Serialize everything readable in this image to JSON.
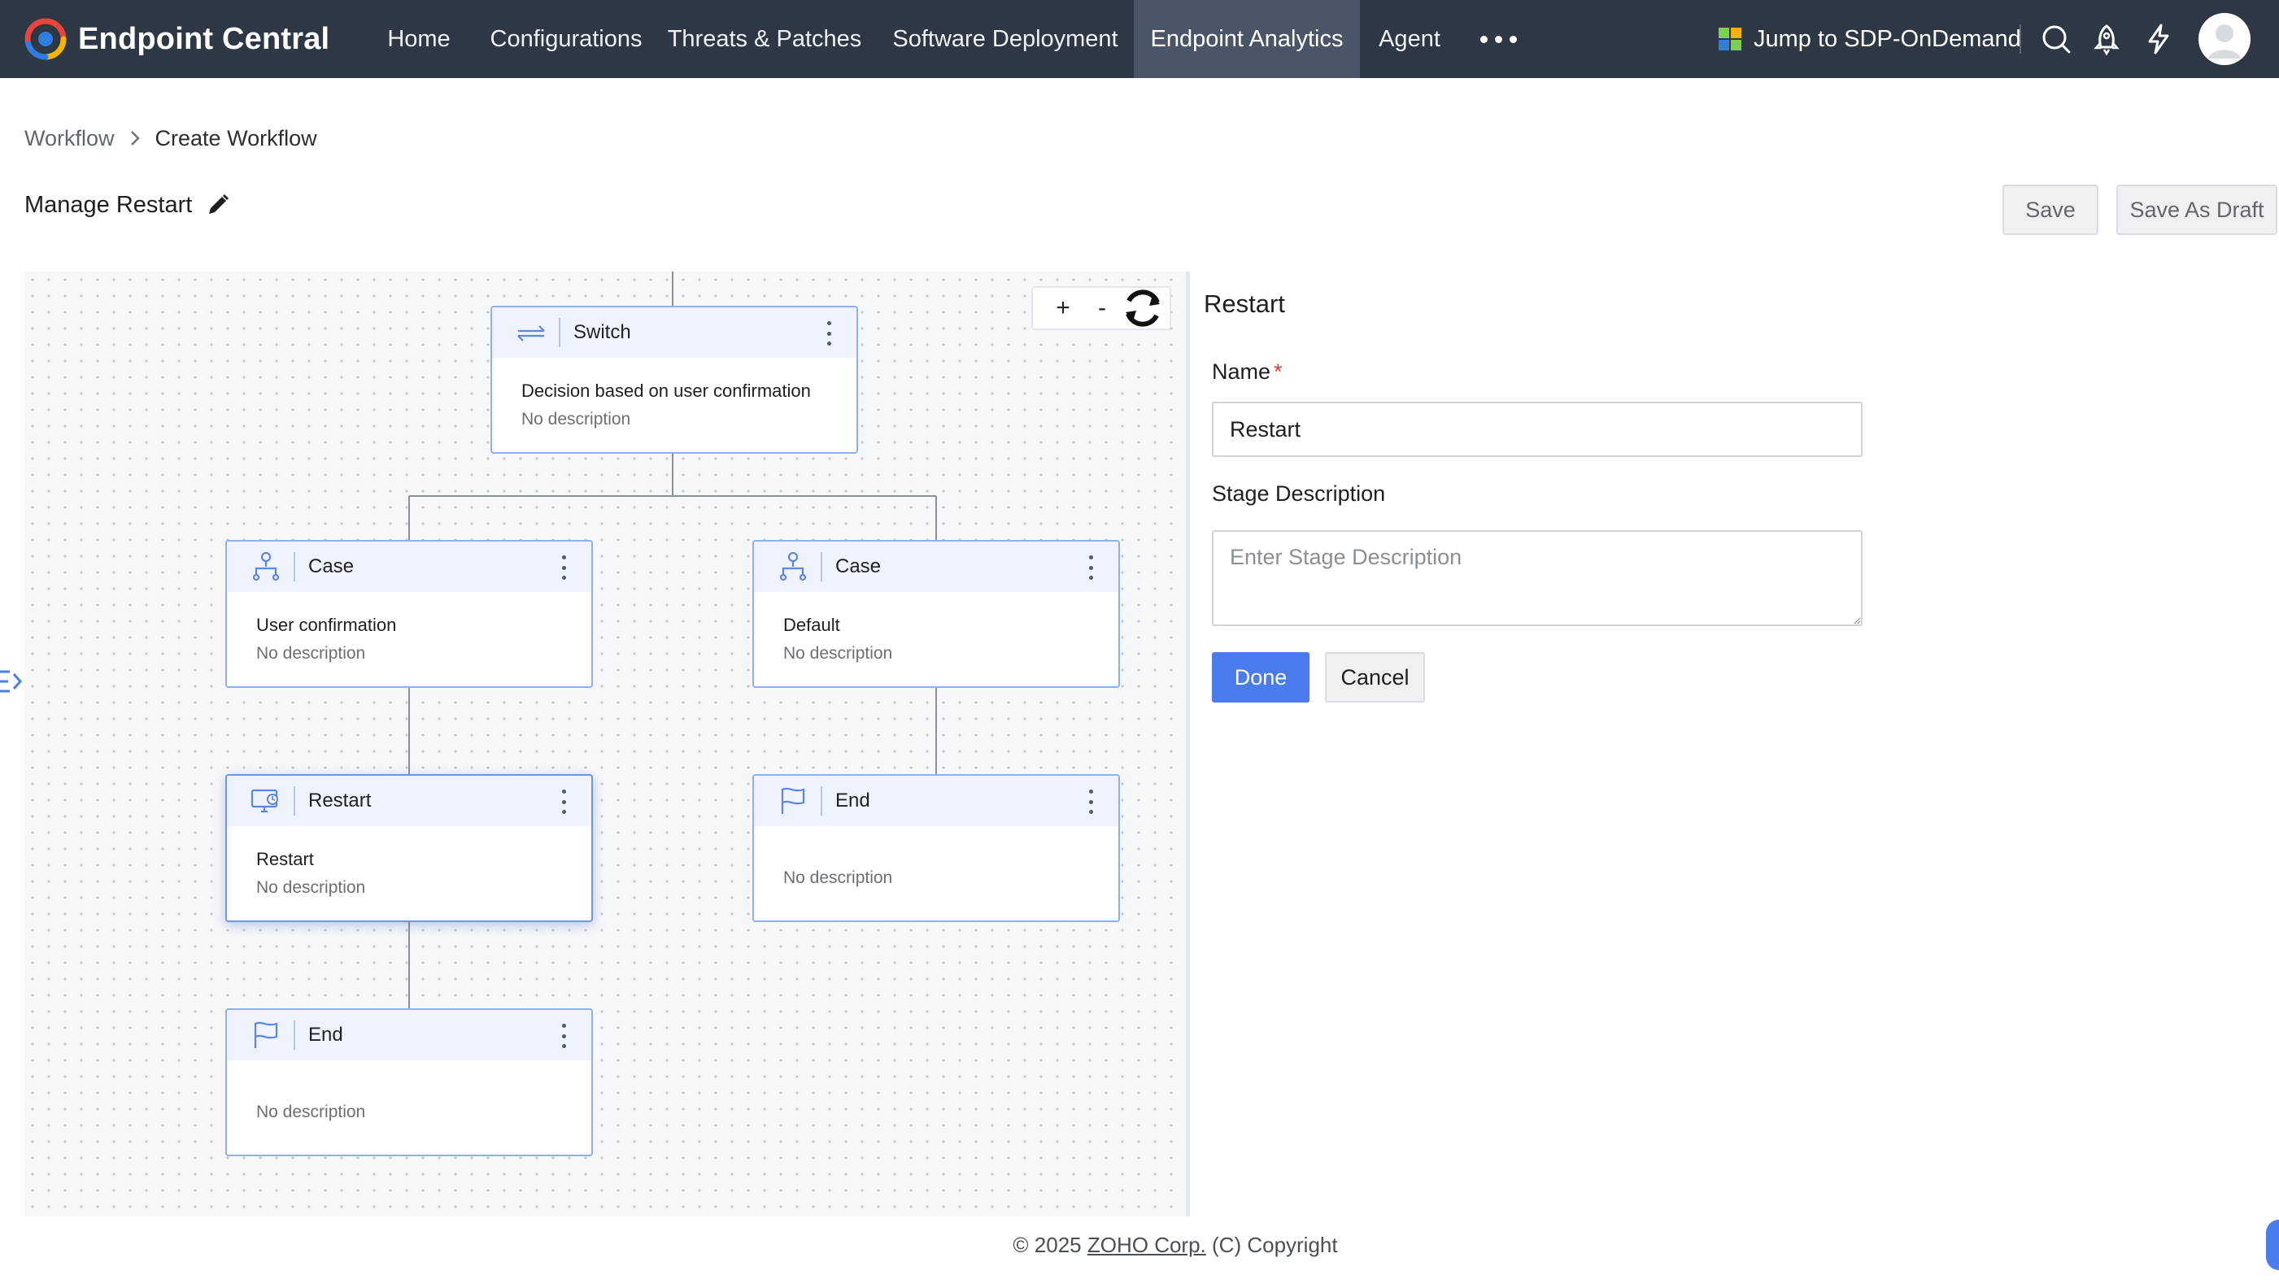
{
  "app": {
    "brand_name": "Endpoint Central",
    "nav": [
      {
        "label": "Home"
      },
      {
        "label": "Configurations"
      },
      {
        "label": "Threats & Patches"
      },
      {
        "label": "Software Deployment"
      },
      {
        "label": "Endpoint Analytics"
      },
      {
        "label": "Agent"
      }
    ],
    "active_nav": "Endpoint Analytics",
    "jump_label": "Jump to SDP-OnDemand",
    "icons": [
      "search-icon",
      "rocket-icon",
      "lightning-icon",
      "user-avatar"
    ]
  },
  "breadcrumb": {
    "parent": "Workflow",
    "current": "Create Workflow"
  },
  "workflow": {
    "title": "Manage Restart",
    "save_label": "Save",
    "save_draft_label": "Save As Draft"
  },
  "canvas": {
    "zoom_in": "+",
    "zoom_out": "-",
    "nodes": [
      {
        "type": "Switch",
        "title": "Decision based on user confirmation",
        "description": "No description",
        "icon": "switch-icon"
      },
      {
        "type": "Case",
        "title": "User confirmation",
        "description": "No description",
        "icon": "branch-icon"
      },
      {
        "type": "Case",
        "title": "Default",
        "description": "No description",
        "icon": "branch-icon"
      },
      {
        "type": "Restart",
        "title": "Restart",
        "description": "No description",
        "icon": "monitor-restart-icon",
        "selected": true
      },
      {
        "type": "End",
        "title": "",
        "description": "No description",
        "icon": "flag-icon"
      },
      {
        "type": "End",
        "title": "",
        "description": "No description",
        "icon": "flag-icon"
      }
    ]
  },
  "panel": {
    "title": "Restart",
    "name_label": "Name",
    "required_mark": "*",
    "name_value": "Restart",
    "description_label": "Stage Description",
    "description_placeholder": "Enter Stage Description",
    "done_label": "Done",
    "cancel_label": "Cancel"
  },
  "footer": {
    "prefix": "© 2025",
    "link": "ZOHO Corp.",
    "suffix": "(C) Copyright"
  },
  "colors": {
    "nav_bg": "#2e3744",
    "nav_active": "#4a5667",
    "accent": "#4a7cf0",
    "node_border": "#8fb0ea",
    "node_header": "#eef3fd"
  }
}
